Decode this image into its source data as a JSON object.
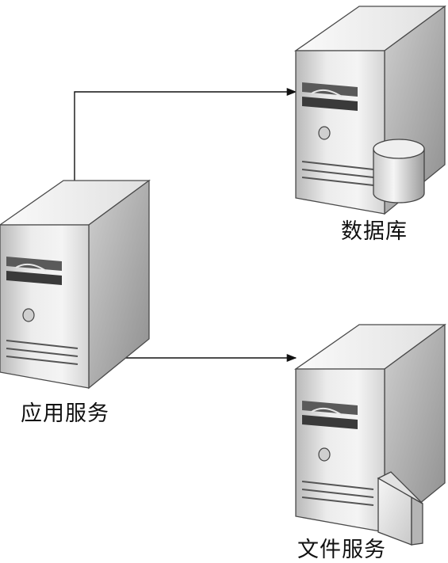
{
  "diagram": {
    "nodes": [
      {
        "id": "app",
        "label": "应用服务",
        "icon": "server-icon"
      },
      {
        "id": "db",
        "label": "数据库",
        "icon": "server-with-database-icon"
      },
      {
        "id": "file",
        "label": "文件服务",
        "icon": "server-with-file-icon"
      }
    ],
    "edges": [
      {
        "from": "app",
        "to": "db"
      },
      {
        "from": "app",
        "to": "file"
      }
    ]
  }
}
